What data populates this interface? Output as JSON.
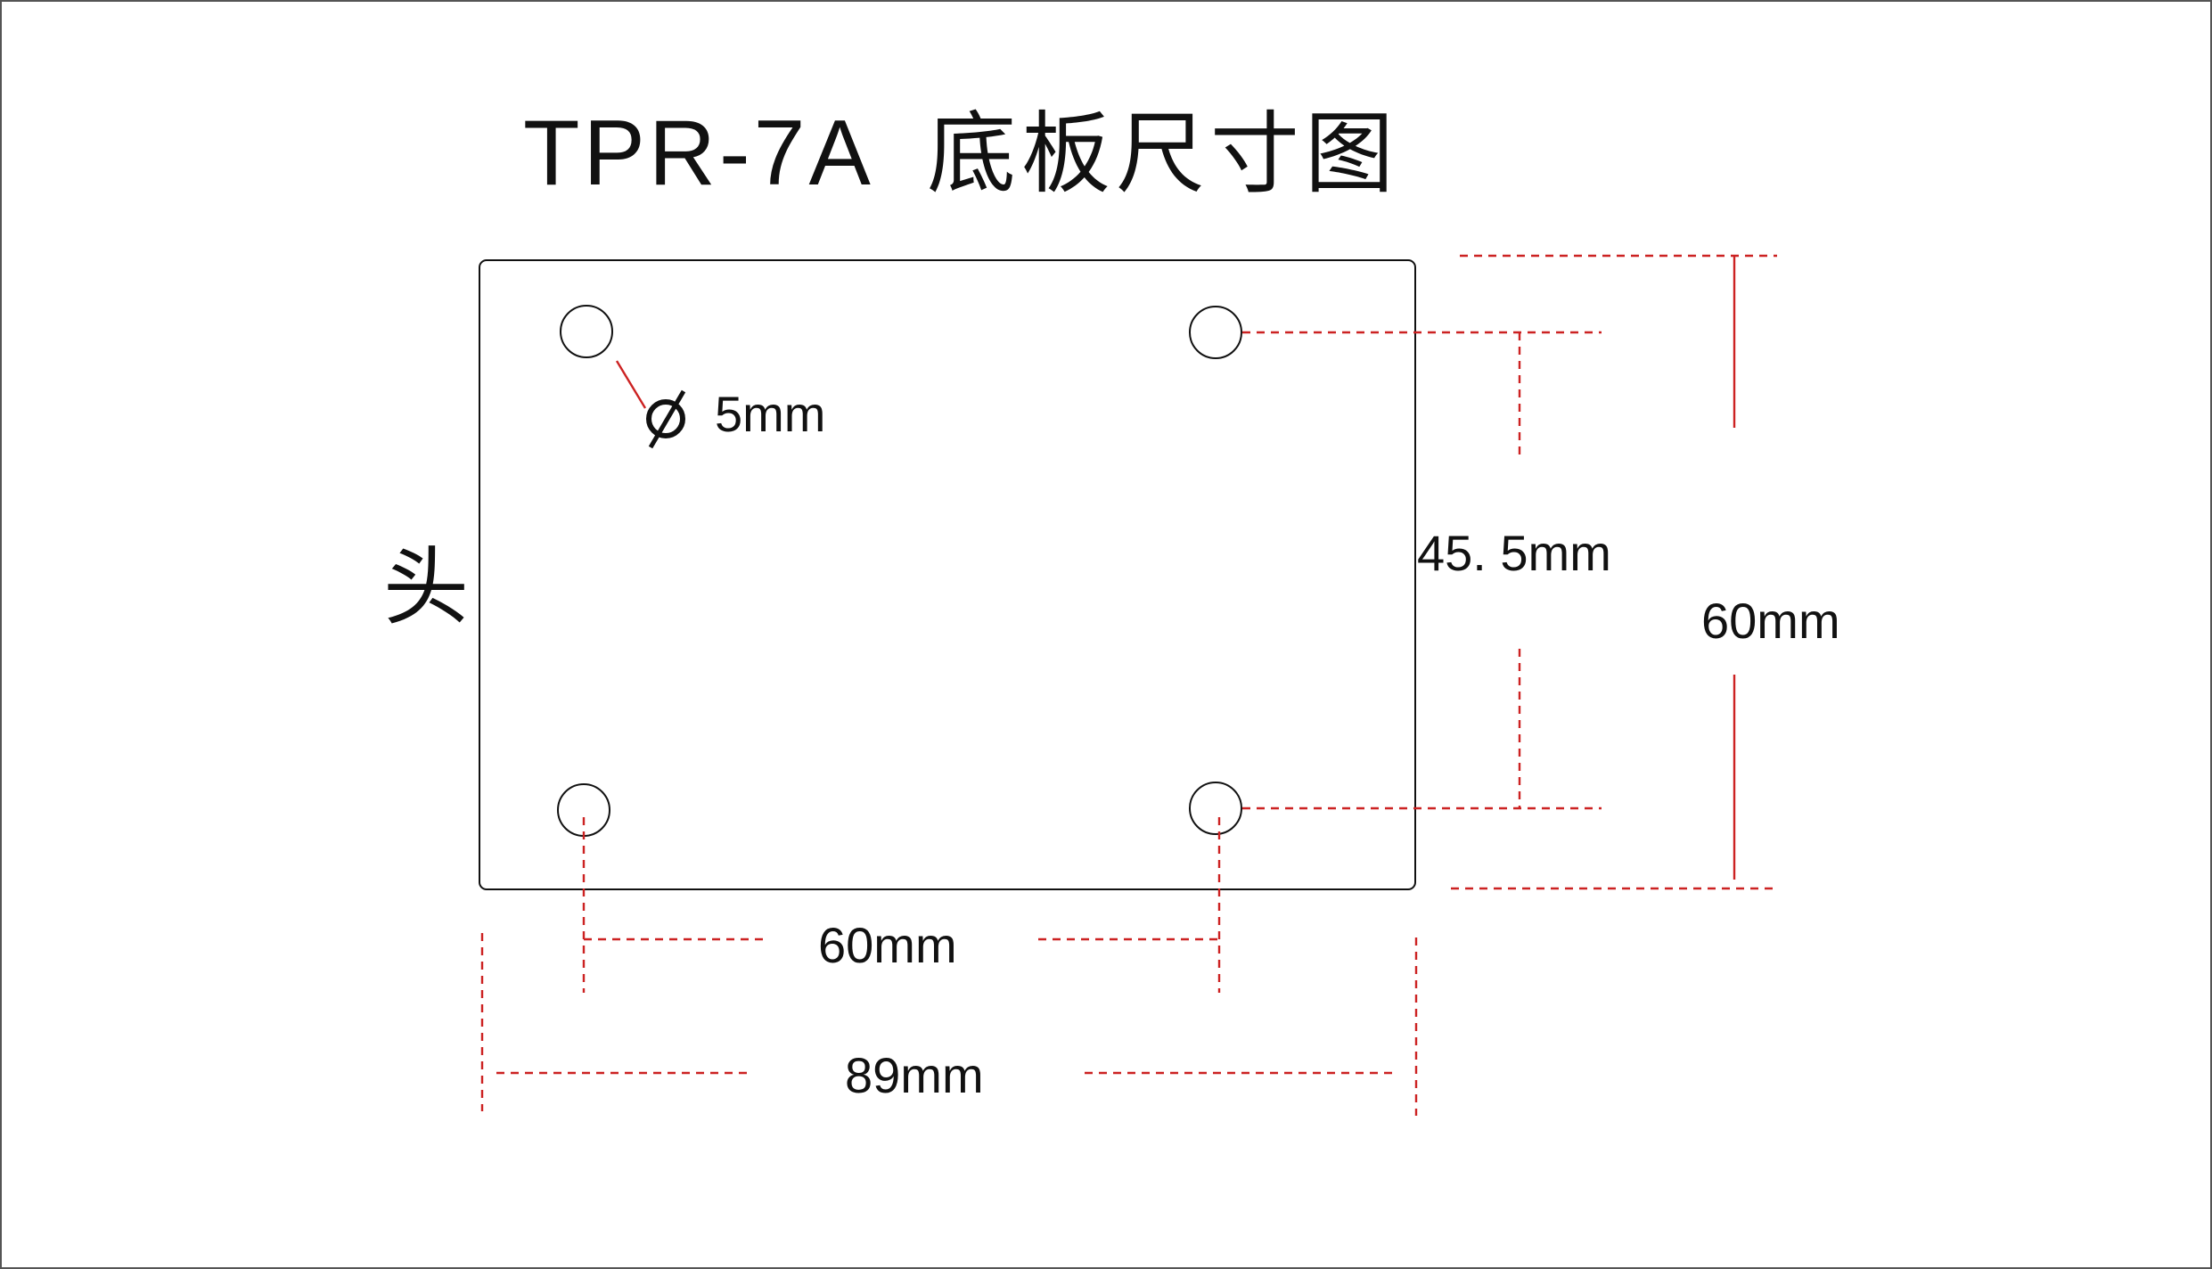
{
  "title": {
    "model": "TPR-7A",
    "caption": "底板尺寸图"
  },
  "labels": {
    "head": "头",
    "hole_diameter_symbol": "ϕ",
    "hole_diameter": "5mm",
    "hole_spacing_vertical": "45. 5mm",
    "plate_height": "60mm",
    "hole_spacing_horizontal": "60mm",
    "plate_width": "89mm"
  },
  "colors": {
    "outline": "#111111",
    "dimension_lines": "#cc2222",
    "text": "#111111",
    "background": "#ffffff"
  }
}
